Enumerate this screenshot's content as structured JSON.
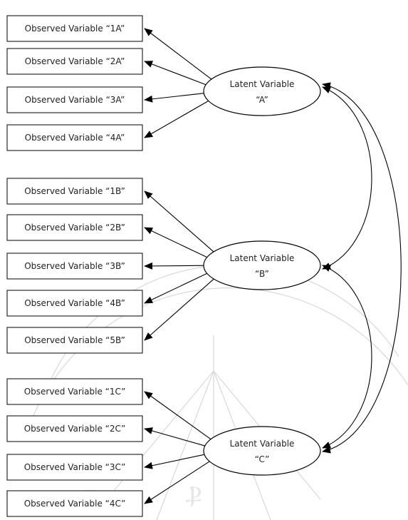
{
  "diagram": {
    "latent_variables": [
      {
        "id": "A",
        "line1": "Latent Variable",
        "line2": "“A”"
      },
      {
        "id": "B",
        "line1": "Latent Variable",
        "line2": "“B”"
      },
      {
        "id": "C",
        "line1": "Latent Variable",
        "line2": "“C”"
      }
    ],
    "observed_variables": [
      {
        "id": "1A",
        "label": "Observed Variable “1A”",
        "latent": "A"
      },
      {
        "id": "2A",
        "label": "Observed Variable “2A”",
        "latent": "A"
      },
      {
        "id": "3A",
        "label": "Observed Variable “3A”",
        "latent": "A"
      },
      {
        "id": "4A",
        "label": "Observed Variable “4A”",
        "latent": "A"
      },
      {
        "id": "1B",
        "label": "Observed Variable “1B”",
        "latent": "B"
      },
      {
        "id": "2B",
        "label": "Observed Variable “2B”",
        "latent": "B"
      },
      {
        "id": "3B",
        "label": "Observed Variable “3B”",
        "latent": "B"
      },
      {
        "id": "4B",
        "label": "Observed Variable “4B”",
        "latent": "B"
      },
      {
        "id": "5B",
        "label": "Observed Variable “5B”",
        "latent": "B"
      },
      {
        "id": "1C",
        "label": "Observed Variable “1C”",
        "latent": "C"
      },
      {
        "id": "2C",
        "label": "Observed Variable “2C”",
        "latent": "C"
      },
      {
        "id": "3C",
        "label": "Observed Variable “3C”",
        "latent": "C"
      },
      {
        "id": "4C",
        "label": "Observed Variable “4C”",
        "latent": "C"
      }
    ],
    "covariances": [
      {
        "from": "A",
        "to": "B"
      },
      {
        "from": "B",
        "to": "C"
      },
      {
        "from": "A",
        "to": "C"
      }
    ],
    "colors": {
      "stroke": "#000000",
      "text": "#222222",
      "background": "#ffffff",
      "watermark": "#d8d8d8"
    }
  }
}
